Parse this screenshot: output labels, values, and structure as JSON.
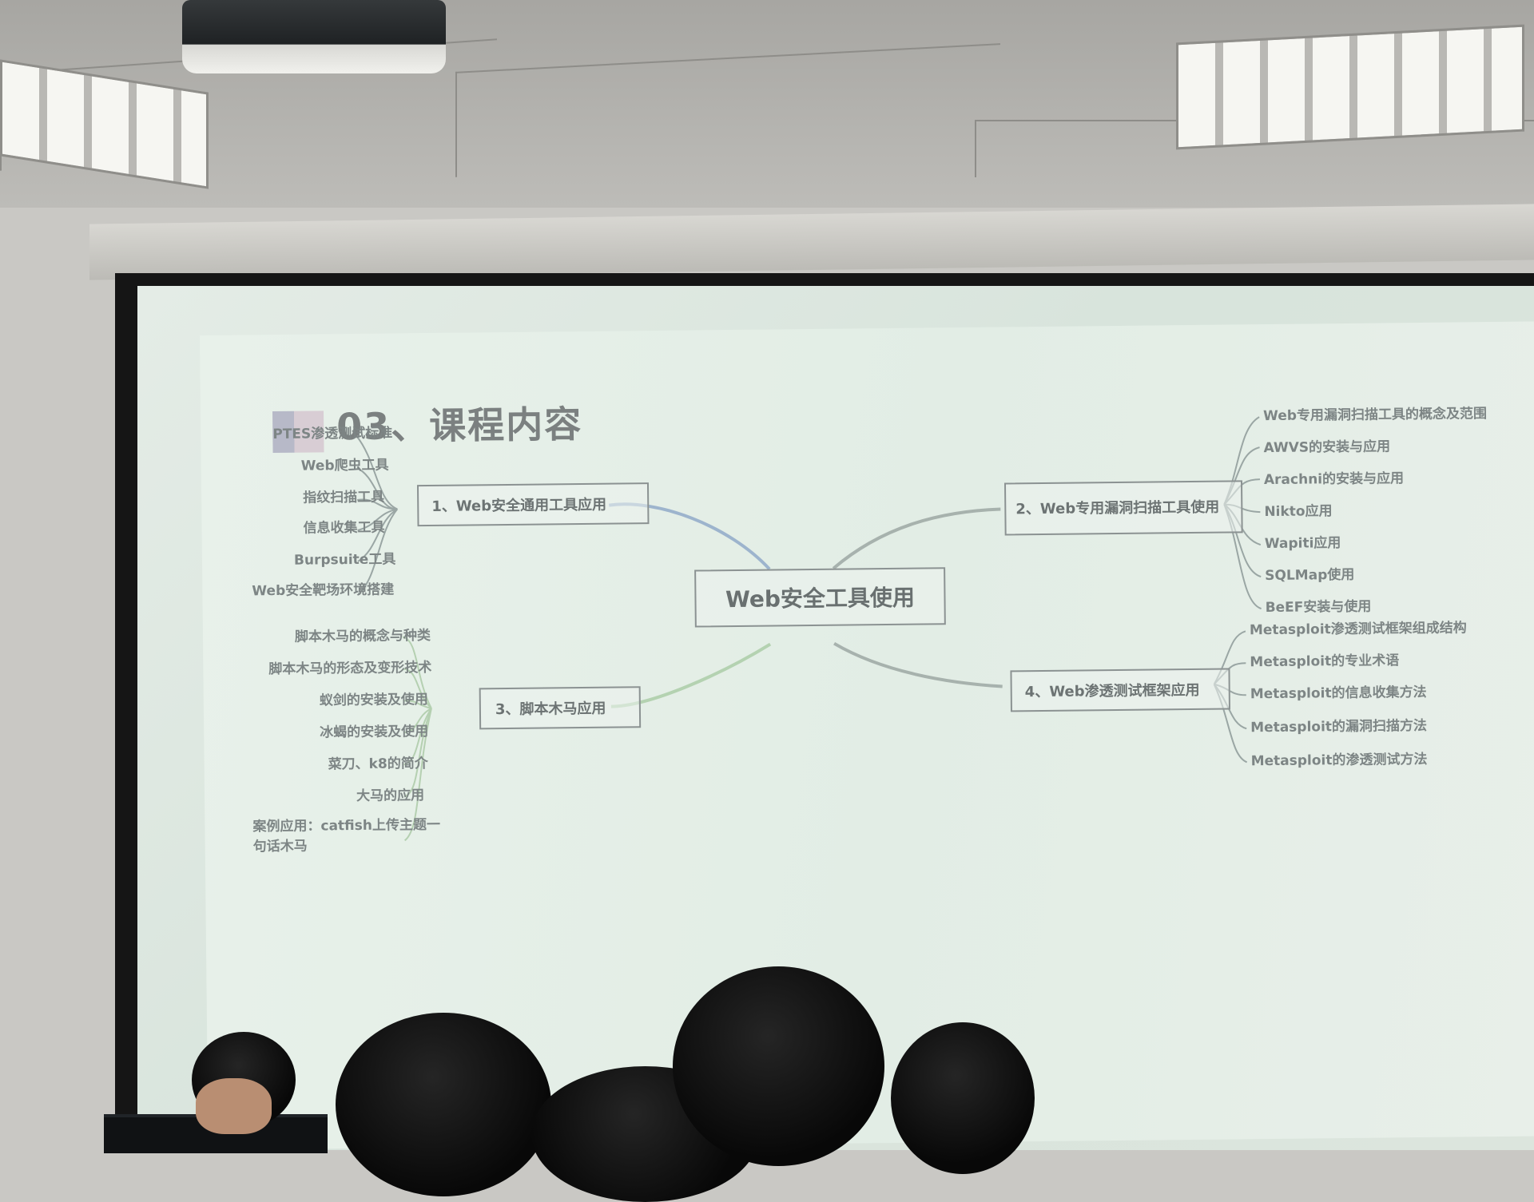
{
  "slide": {
    "title": "03、课程内容"
  },
  "mindmap": {
    "center": "Web安全工具使用",
    "branch1": {
      "label": "1、Web安全通用工具应用",
      "items": [
        "PTES渗透测试标准",
        "Web爬虫工具",
        "指纹扫描工具",
        "信息收集工具",
        "Burpsuite工具",
        "Web安全靶场环境搭建"
      ]
    },
    "branch2": {
      "label": "2、Web专用漏洞扫描工具使用",
      "items": [
        "Web专用漏洞扫描工具的概念及范围",
        "AWVS的安装与应用",
        "Arachni的安装与应用",
        "Nikto应用",
        "Wapiti应用",
        "SQLMap使用",
        "BeEF安装与使用"
      ]
    },
    "branch3": {
      "label": "3、脚本木马应用",
      "items": [
        "脚本木马的概念与种类",
        "脚本木马的形态及变形技术",
        "蚁剑的安装及使用",
        "冰蝎的安装及使用",
        "菜刀、k8的简介",
        "大马的应用",
        "案例应用：catfish上传主题一句话木马"
      ]
    },
    "branch4": {
      "label": "4、Web渗透测试框架应用",
      "items": [
        "Metasploit渗透测试框架组成结构",
        "Metasploit的专业术语",
        "Metasploit的信息收集方法",
        "Metasploit的漏洞扫描方法",
        "Metasploit的渗透测试方法"
      ]
    }
  },
  "colors": {
    "slide_background": "#e6efe8",
    "branch1_line": "#8fa9c8",
    "branch3_line": "#a8c9a5",
    "text_gray": "#737b7b"
  }
}
